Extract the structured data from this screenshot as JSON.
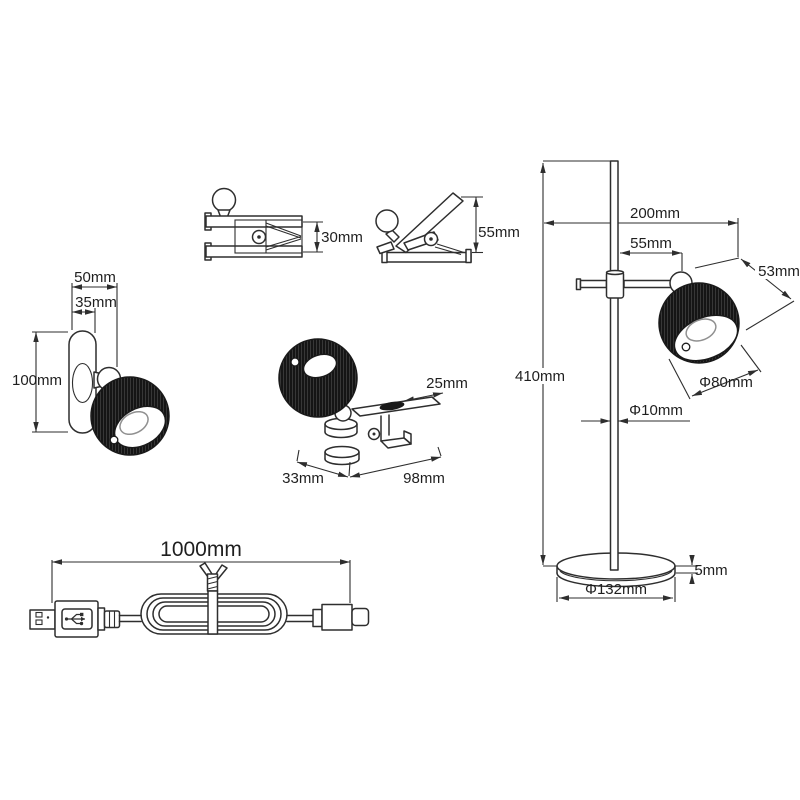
{
  "labels": {
    "clip_jaw_opening": "30mm",
    "clip_open_height": "55mm",
    "wall_width": "50mm",
    "wall_bracket_width": "35mm",
    "wall_height": "100mm",
    "clamp_plate_depth": "25mm",
    "clamp_width": "33mm",
    "clamp_length": "98mm",
    "arm_reach": "200mm",
    "arm_offset": "55mm",
    "head_depth": "53mm",
    "lamp_height": "410mm",
    "head_diameter": "Φ80mm",
    "pole_diameter": "Φ10mm",
    "base_thickness": "5mm",
    "base_diameter": "Φ132mm",
    "cable_length": "1000mm"
  },
  "colors": {
    "line": "#2e2e2e",
    "shade_fill": "#151515",
    "background": "#ffffff"
  }
}
